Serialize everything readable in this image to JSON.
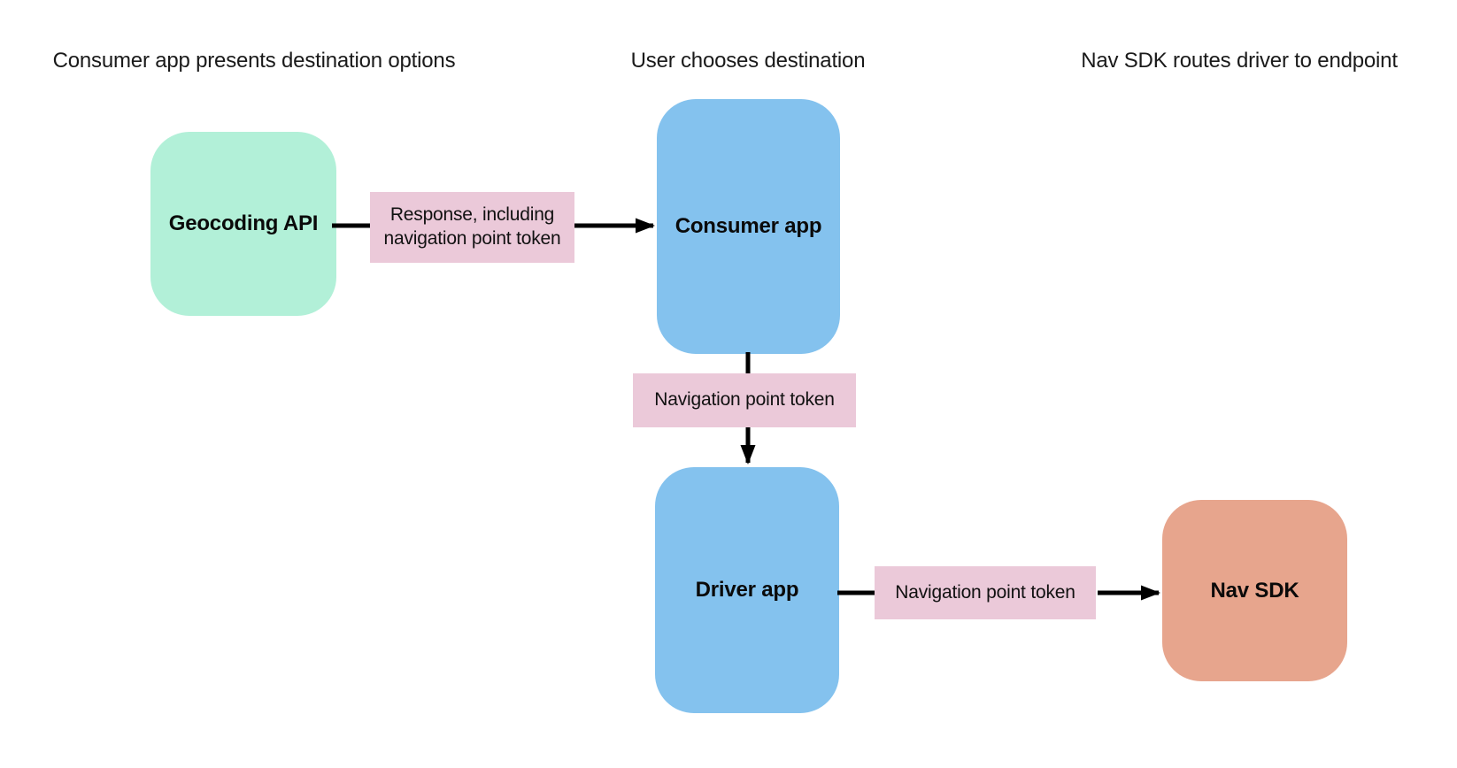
{
  "diagram": {
    "column_headers": [
      {
        "label": "Consumer app presents destination options"
      },
      {
        "label": "User chooses destination"
      },
      {
        "label": "Nav SDK routes driver to endpoint"
      }
    ],
    "nodes": {
      "geocoding_api": {
        "label": "Geocoding API",
        "fill": "#b2f0d8"
      },
      "consumer_app": {
        "label": "Consumer app",
        "fill": "#84c2ee"
      },
      "driver_app": {
        "label": "Driver app",
        "fill": "#84c2ee"
      },
      "nav_sdk": {
        "label": "Nav SDK",
        "fill": "#e7a58d"
      }
    },
    "edges": [
      {
        "from_node": "Geocoding API",
        "to_node": "Consumer app",
        "label": "Response, including navigation point token",
        "label_fill": "#ebc9d9"
      },
      {
        "from_node": "Consumer app",
        "to_node": "Driver app",
        "label": "Navigation point token",
        "label_fill": "#ebc9d9"
      },
      {
        "from_node": "Driver app",
        "to_node": "Nav SDK",
        "label": "Navigation point token",
        "label_fill": "#ebc9d9"
      }
    ],
    "colors": {
      "background": "#ffffff",
      "arrow": "#000000",
      "header_text": "#1a1a1a",
      "node_text": "#0a0a0a"
    }
  }
}
